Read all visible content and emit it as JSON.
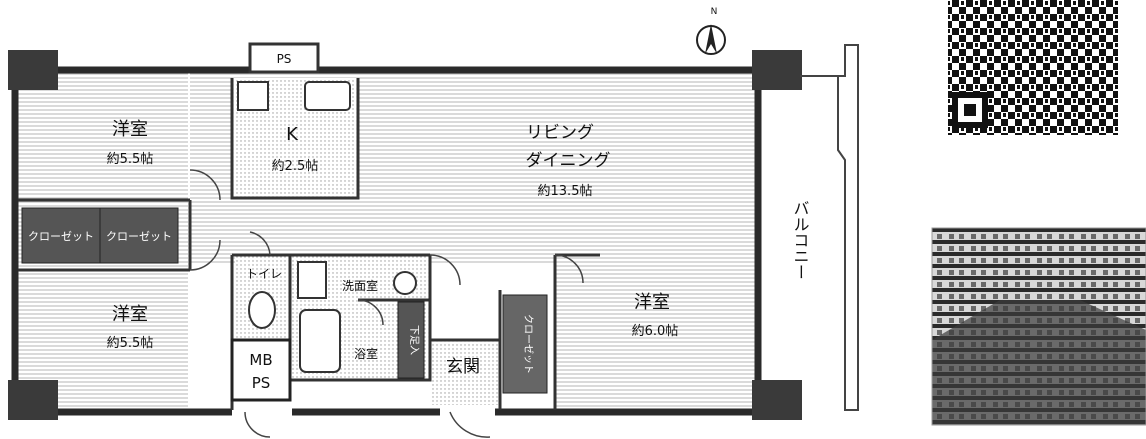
{
  "floorplan": {
    "compass": "N",
    "ps_top": "PS",
    "rooms": {
      "western_nw": {
        "name": "洋室",
        "size": "約5.5帖"
      },
      "kitchen": {
        "name": "K",
        "size": "約2.5帖"
      },
      "living": {
        "line1": "リビング",
        "line2": "ダイニング",
        "size": "約13.5帖"
      },
      "western_sw": {
        "name": "洋室",
        "size": "約5.5帖"
      },
      "western_se": {
        "name": "洋室",
        "size": "約6.0帖"
      },
      "toilet": {
        "name": "トイレ"
      },
      "washroom": {
        "name": "洗面室"
      },
      "bath": {
        "name": "浴室"
      },
      "shoe_box": {
        "name": "下足入"
      },
      "entrance": {
        "name": "玄関"
      },
      "closet_a": {
        "name": "クローゼット"
      },
      "closet_b": {
        "name": "クローゼット"
      },
      "closet_c": {
        "name": "クローゼット"
      },
      "mbps_1": {
        "name": "MB"
      },
      "mbps_2": {
        "name": "PS"
      },
      "balcony": {
        "name": "バルコニー"
      }
    }
  },
  "colors": {
    "wall": "#2a2a2a",
    "floor_hatch": "#bdbdbd",
    "closet_fill": "#555555"
  }
}
